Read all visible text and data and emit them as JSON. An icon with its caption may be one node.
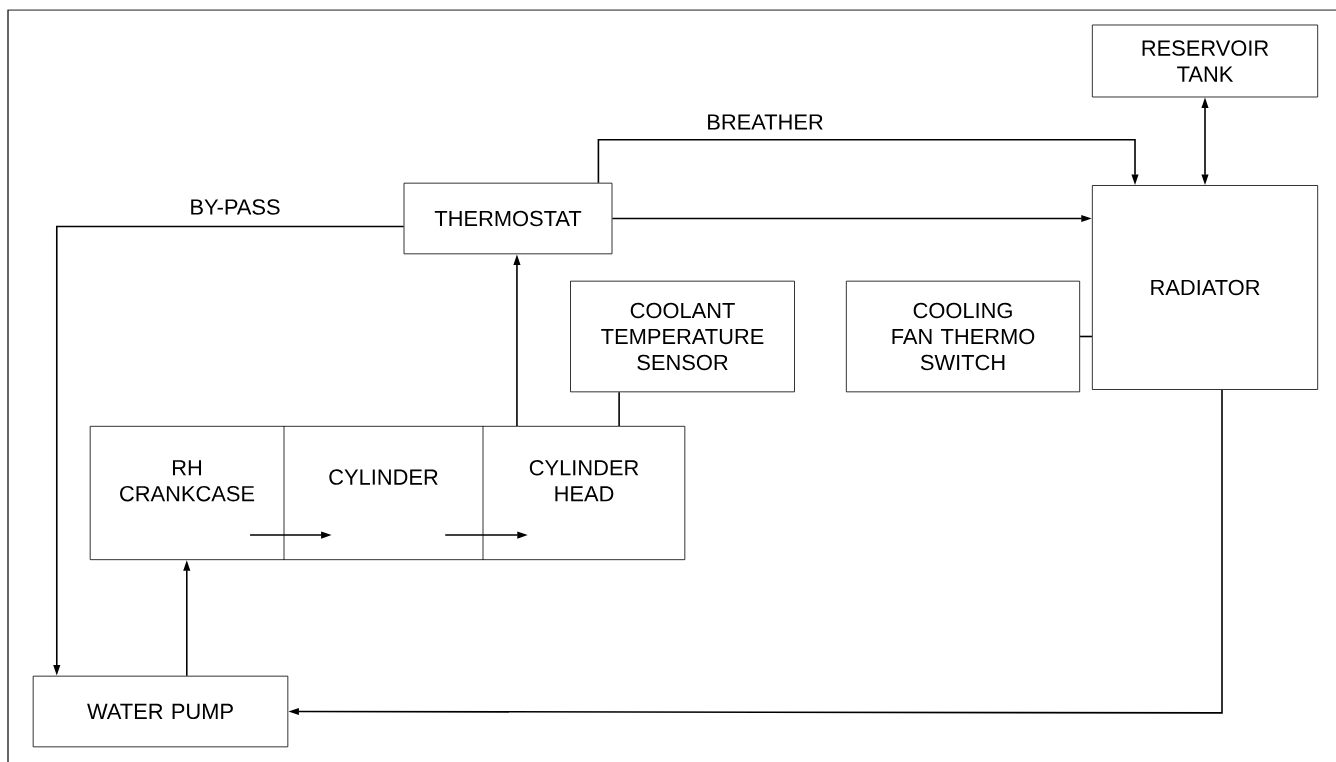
{
  "diagram": {
    "nodes": [
      {
        "text": [
          "RESERVOIR TANK"
        ]
      },
      {
        "text": [
          "THERMOSTAT"
        ]
      },
      {
        "text": [
          "RADIATOR"
        ]
      },
      {
        "text": [
          "COOLANT TEMPERATURE SENSOR"
        ]
      },
      {
        "text": [
          "COOLING FAN THERMO SWITCH"
        ]
      },
      {
        "text": [],
        "shape": "box"
      },
      {
        "text": [
          "RH CRANKCASE"
        ],
        "in": 5
      },
      {
        "text": [
          "CYLINDER"
        ],
        "in": 5
      },
      {
        "text": [
          "CYLINDER HEAD"
        ],
        "in": 5
      },
      {
        "text": [
          "WATER PUMP"
        ]
      }
    ],
    "edges": [
      {
        "from": 0,
        "to": 2,
        "arrow": "both"
      },
      {
        "from": 1,
        "to": 2,
        "arrow": "to",
        "label": "BREATHER"
      },
      {
        "from": 1,
        "to": 2,
        "arrow": "to"
      },
      {
        "from": 1,
        "to": 9,
        "arrow": "to",
        "label": "BY-PASS"
      },
      {
        "from": 8,
        "to": 1,
        "arrow": "to"
      },
      {
        "from": 3,
        "to": 8,
        "arrow": "none"
      },
      {
        "from": 4,
        "to": 2,
        "arrow": "none"
      },
      {
        "from": 2,
        "to": 9,
        "arrow": "to"
      },
      {
        "from": 9,
        "to": 6,
        "arrow": "to"
      },
      {
        "from": 6,
        "to": 7,
        "arrow": "to"
      },
      {
        "from": 7,
        "to": 8,
        "arrow": "to"
      }
    ]
  }
}
